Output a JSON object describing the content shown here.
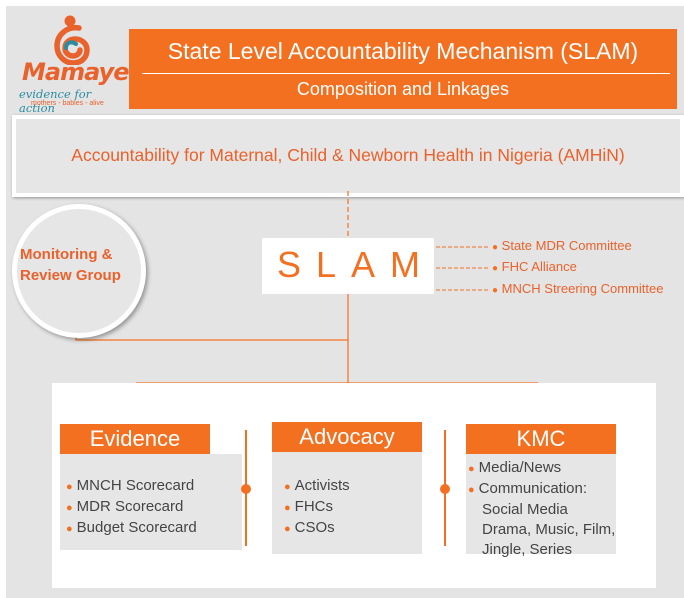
{
  "brand": {
    "name": "Mamaye!",
    "tagline": "evidence for action",
    "subline": "mothers - babies - alive"
  },
  "header": {
    "title": "State Level Accountability Mechanism (SLAM)",
    "subtitle": "Composition and Linkages"
  },
  "amhin": {
    "label": "Accountability for Maternal, Child & Newborn Health in Nigeria (AMHiN)"
  },
  "mrg": {
    "line1": "Monitoring &",
    "line2": "Review Group"
  },
  "slam": {
    "label": "SLAM"
  },
  "linkages": [
    "State MDR Committee",
    "FHC Alliance",
    "MNCH Streering Committee"
  ],
  "columns": [
    {
      "header": "Evidence",
      "items": [
        "MNCH Scorecard",
        "MDR Scorecard",
        "Budget Scorecard"
      ]
    },
    {
      "header": "Advocacy",
      "items": [
        "Activists",
        "FHCs",
        "CSOs"
      ]
    },
    {
      "header": "KMC",
      "items": [
        "Media/News",
        "Communication:"
      ],
      "continuation": [
        "Social Media",
        "Drama, Music, Film,",
        "Jingle, Series"
      ]
    }
  ],
  "colors": {
    "orange": "#f37021",
    "orange_text": "#e9622b",
    "teal": "#2a8ca0",
    "background": "#e4e4e4"
  },
  "icons": {
    "logo": "mamaye-logo-icon",
    "bullet": "drop-bullet-icon"
  }
}
